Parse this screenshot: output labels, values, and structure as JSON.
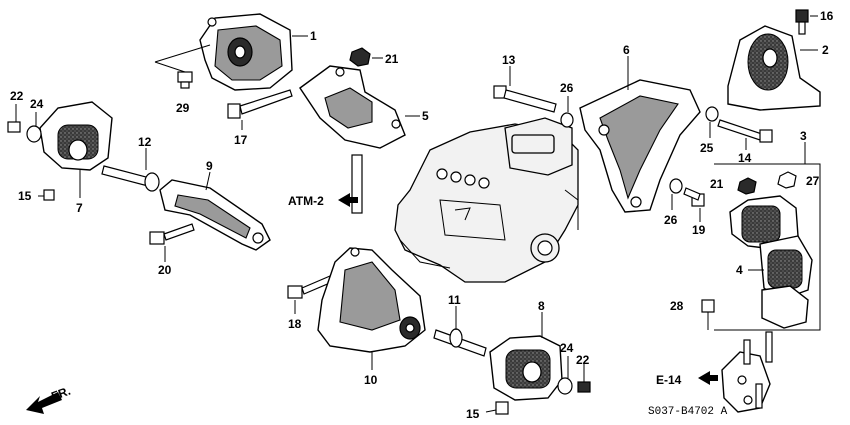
{
  "diagram": {
    "callouts": {
      "c1": "1",
      "c2": "2",
      "c3": "3",
      "c4": "4",
      "c5": "5",
      "c6": "6",
      "c7": "7",
      "c8": "8",
      "c9": "9",
      "c10": "10",
      "c11": "11",
      "c12": "12",
      "c13": "13",
      "c14": "14",
      "c15a": "15",
      "c15b": "15",
      "c16": "16",
      "c17": "17",
      "c18": "18",
      "c19": "19",
      "c20": "20",
      "c21a": "21",
      "c21b": "21",
      "c22a": "22",
      "c22b": "22",
      "c24a": "24",
      "c24b": "24",
      "c25": "25",
      "c26a": "26",
      "c26b": "26",
      "c27": "27",
      "c28": "28",
      "c29": "29"
    },
    "references": {
      "atm": "ATM-2",
      "e14": "E-14",
      "front": "FR."
    },
    "diagram_code": "S037-B4702 A"
  }
}
